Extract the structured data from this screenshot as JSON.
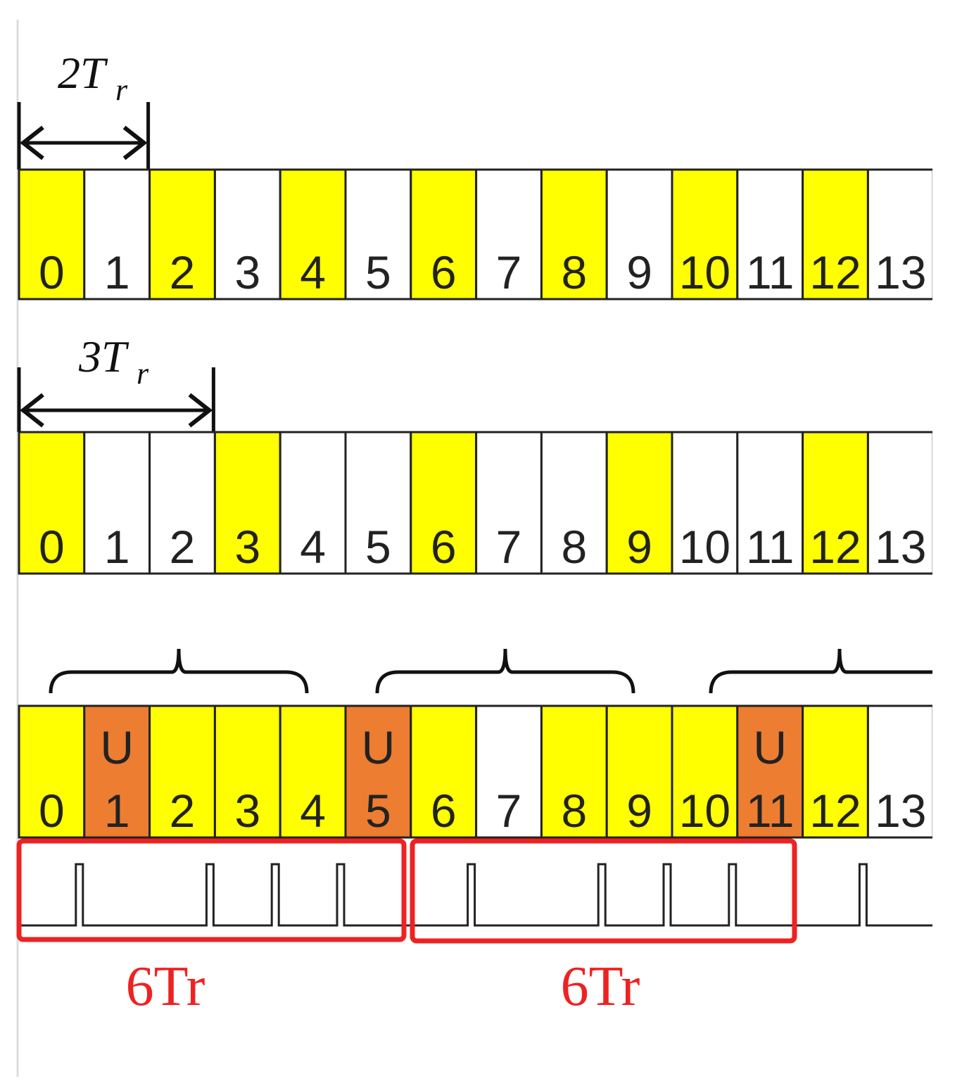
{
  "colors": {
    "active": "#ffff00",
    "idle": "#ffffff",
    "unavailable": "#ed7d31",
    "outline": "#222222",
    "highlight": "#ee2222"
  },
  "rows": [
    {
      "span_label": {
        "coef": "2",
        "var": "T",
        "sub": "r"
      },
      "span_cells": 2,
      "cells": [
        {
          "n": "0",
          "state": "active"
        },
        {
          "n": "1",
          "state": "idle"
        },
        {
          "n": "2",
          "state": "active"
        },
        {
          "n": "3",
          "state": "idle"
        },
        {
          "n": "4",
          "state": "active"
        },
        {
          "n": "5",
          "state": "idle"
        },
        {
          "n": "6",
          "state": "active"
        },
        {
          "n": "7",
          "state": "idle"
        },
        {
          "n": "8",
          "state": "active"
        },
        {
          "n": "9",
          "state": "idle"
        },
        {
          "n": "10",
          "state": "active"
        },
        {
          "n": "11",
          "state": "idle"
        },
        {
          "n": "12",
          "state": "active"
        },
        {
          "n": "13",
          "state": "idle"
        }
      ]
    },
    {
      "span_label": {
        "coef": "3",
        "var": "T",
        "sub": "r"
      },
      "span_cells": 3,
      "cells": [
        {
          "n": "0",
          "state": "active"
        },
        {
          "n": "1",
          "state": "idle"
        },
        {
          "n": "2",
          "state": "idle"
        },
        {
          "n": "3",
          "state": "active"
        },
        {
          "n": "4",
          "state": "idle"
        },
        {
          "n": "5",
          "state": "idle"
        },
        {
          "n": "6",
          "state": "active"
        },
        {
          "n": "7",
          "state": "idle"
        },
        {
          "n": "8",
          "state": "idle"
        },
        {
          "n": "9",
          "state": "active"
        },
        {
          "n": "10",
          "state": "idle"
        },
        {
          "n": "11",
          "state": "idle"
        },
        {
          "n": "12",
          "state": "active"
        },
        {
          "n": "13",
          "state": "idle"
        }
      ]
    },
    {
      "cells": [
        {
          "n": "0",
          "state": "active"
        },
        {
          "n": "1",
          "state": "unavailable",
          "flag": "U"
        },
        {
          "n": "2",
          "state": "active"
        },
        {
          "n": "3",
          "state": "active"
        },
        {
          "n": "4",
          "state": "active"
        },
        {
          "n": "5",
          "state": "unavailable",
          "flag": "U"
        },
        {
          "n": "6",
          "state": "active"
        },
        {
          "n": "7",
          "state": "idle"
        },
        {
          "n": "8",
          "state": "active"
        },
        {
          "n": "9",
          "state": "active"
        },
        {
          "n": "10",
          "state": "active"
        },
        {
          "n": "11",
          "state": "unavailable",
          "flag": "U"
        },
        {
          "n": "12",
          "state": "active"
        },
        {
          "n": "13",
          "state": "idle"
        }
      ],
      "pulses": [
        1,
        3,
        4,
        5,
        7,
        9,
        10,
        11,
        13
      ],
      "groups": [
        {
          "label": "6Tr"
        },
        {
          "label": "6Tr"
        }
      ]
    }
  ]
}
